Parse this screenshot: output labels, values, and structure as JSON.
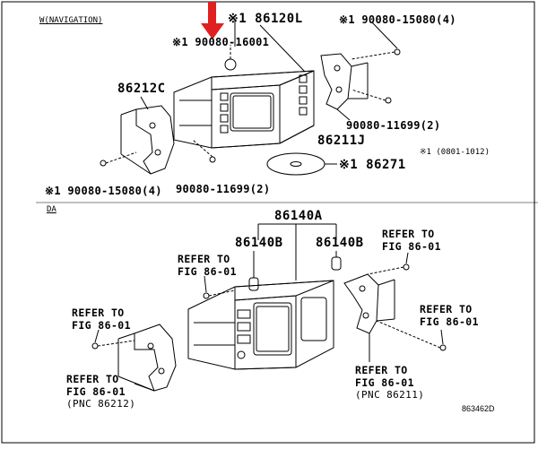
{
  "diagram": {
    "section_nav": "W(NAVIGATION)",
    "section_da": "DA",
    "drawing_number": "863462D",
    "footnote": "※1 (0801-1012)",
    "top_parts": {
      "p86120L": "※1 86120L",
      "p90080_16001": "※1 90080-16001",
      "p90080_15080_right": "※1 90080-15080(4)",
      "p86212C": "86212C",
      "p90080_11699_right": "90080-11699(2)",
      "p86211J": "86211J",
      "p86271": "※1 86271",
      "p90080_15080_left": "※1 90080-15080(4)",
      "p90080_11699_left": "90080-11699(2)"
    },
    "bottom_parts": {
      "p86140A": "86140A",
      "p86140B_left": "86140B",
      "p86140B_right": "86140B",
      "ref_top_right": [
        "REFER TO",
        "FIG 86-01"
      ],
      "ref_top_left": [
        "REFER TO",
        "FIG 86-01"
      ],
      "ref_mid_left": [
        "REFER TO",
        "FIG 86-01"
      ],
      "ref_mid_right": [
        "REFER TO",
        "FIG 86-01"
      ],
      "ref_bottom_left": [
        "REFER TO",
        "FIG 86-01",
        "(PNC 86212)"
      ],
      "ref_bottom_right": [
        "REFER TO",
        "FIG 86-01",
        "(PNC 86211)"
      ]
    },
    "annotation_arrow_color": "#e02020"
  }
}
